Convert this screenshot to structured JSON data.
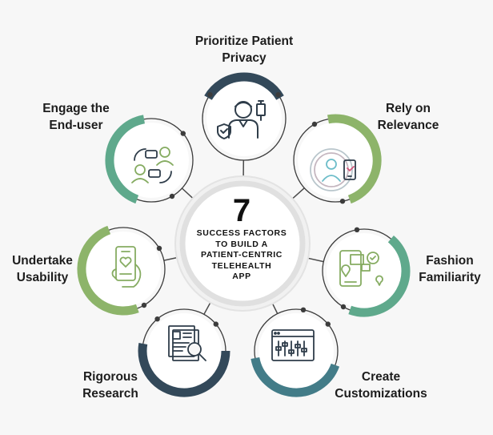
{
  "center": {
    "number": "7",
    "lines": [
      "SUCCESS FACTORS",
      "TO BUILD A",
      "PATIENT-CENTRIC",
      "TELEHEALTH",
      "APP"
    ]
  },
  "colors": {
    "dark_slate": "#33495a",
    "green": "#8db46a",
    "teal": "#5fa98c",
    "steel_teal": "#437c88",
    "icon_dark": "#2f3d4a",
    "icon_green": "#86ac62",
    "connector": "#4a4a4a",
    "center_ring": "#e3e3e3"
  },
  "factors": [
    {
      "id": "privacy",
      "lines": [
        "Prioritize Patient",
        "Privacy"
      ],
      "icon": "doctor-shield-icon",
      "color": "#33495a"
    },
    {
      "id": "relevance",
      "lines": [
        "Rely on",
        "Relevance"
      ],
      "icon": "patient-phone-icon",
      "color": "#8db46a"
    },
    {
      "id": "familiarity",
      "lines": [
        "Fashion",
        "Familiarity"
      ],
      "icon": "map-app-icon",
      "color": "#5fa98c"
    },
    {
      "id": "customizations",
      "lines": [
        "Create",
        "Customizations"
      ],
      "icon": "settings-sliders-icon",
      "color": "#437c88"
    },
    {
      "id": "research",
      "lines": [
        "Rigorous",
        "Research"
      ],
      "icon": "document-magnifier-icon",
      "color": "#33495a"
    },
    {
      "id": "usability",
      "lines": [
        "Undertake",
        "Usability"
      ],
      "icon": "hand-phone-heart-icon",
      "color": "#8db46a"
    },
    {
      "id": "engage",
      "lines": [
        "Engage the",
        "End-user"
      ],
      "icon": "users-chat-icon",
      "color": "#5fa98c"
    }
  ]
}
